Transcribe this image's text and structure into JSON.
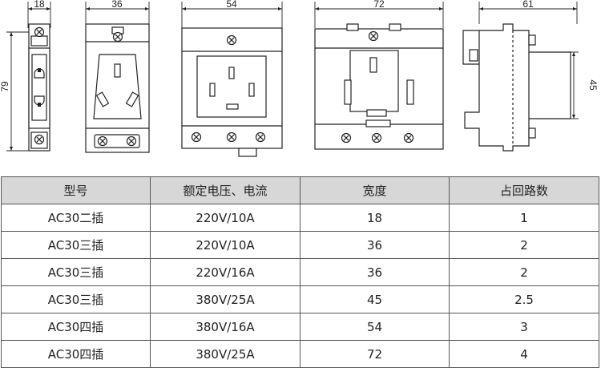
{
  "dimensions": {
    "two_pin_width": "18",
    "three_pin_width": "36",
    "three_pin_large_width": "54",
    "four_pin_width": "72",
    "side_depth": "61",
    "height": "79",
    "side_height": "45"
  },
  "table": {
    "headers": [
      "型号",
      "额定电压、电流",
      "宽度",
      "占回路数"
    ],
    "rows": [
      [
        "AC30二插",
        "220V/10A",
        "18",
        "1"
      ],
      [
        "AC30三插",
        "220V/10A",
        "36",
        "2"
      ],
      [
        "AC30三插",
        "220V/16A",
        "36",
        "2"
      ],
      [
        "AC30三插",
        "380V/25A",
        "45",
        "2.5"
      ],
      [
        "AC30四插",
        "380V/16A",
        "54",
        "3"
      ],
      [
        "AC30四插",
        "380V/25A",
        "72",
        "4"
      ]
    ]
  }
}
